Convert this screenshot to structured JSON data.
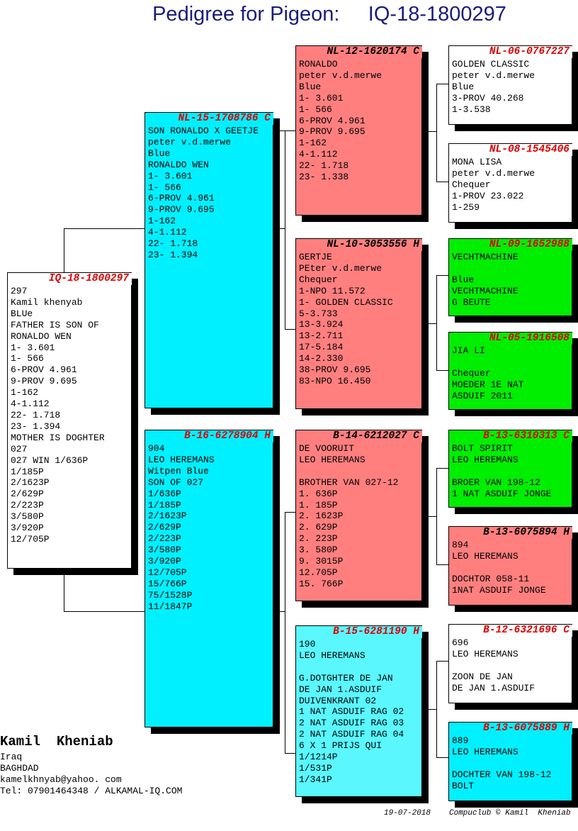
{
  "title": {
    "label": "Pedigree for Pigeon:",
    "ring": "IQ-18-1800297"
  },
  "subject": {
    "ring": "IQ-18-1800297",
    "lines": [
      "297",
      "Kamil khenyab",
      "BLUe",
      "FATHER IS SON OF",
      "RONALDO WEN",
      "1- 3.601",
      "1- 566",
      "6-PROV 4.961",
      "9-PROV 9.695",
      "1-162",
      "4-1.112",
      "22- 1.718",
      "23- 1.394",
      "MOTHER IS DOGHTER",
      "027",
      "027 WIN 1/636P",
      "1/185P",
      "2/1623P",
      "2/629P",
      "2/223P",
      "3/580P",
      "3/920P",
      "12/705P"
    ]
  },
  "sire": {
    "ring": "NL-15-1708786 C",
    "lines": [
      "SON RONALDO X GEETJE",
      "peter v.d.merwe",
      "Blue",
      "RONALDO WEN",
      "1- 3.601",
      "1- 566",
      "6-PROV 4.961",
      "9-PROV 9.695",
      "1-162",
      "4-1.112",
      "22- 1.718",
      "23- 1.394"
    ]
  },
  "dam": {
    "ring": "B-16-6278904 H",
    "lines": [
      "904",
      "LEO HEREMANS",
      "Witpen Blue",
      "SON OF 027",
      "1/636P",
      "1/185P",
      "2/1623P",
      "2/629P",
      "2/223P",
      "3/580P",
      "3/920P",
      "12/705P",
      "15/766P",
      "75/1528P",
      "11/1847P"
    ]
  },
  "sire_sire": {
    "ring": "NL-12-1620174 C",
    "lines": [
      "RONALDO",
      "peter v.d.merwe",
      "Blue",
      "1- 3.601",
      "1- 566",
      "6-PROV 4.961",
      "9-PROV 9.695",
      "1-162",
      "4-1.112",
      "22- 1.718",
      "23- 1.338"
    ]
  },
  "sire_dam": {
    "ring": "NL-10-3053556 H",
    "lines": [
      "GERTJE",
      "PEter v.d.merwe",
      "Chequer",
      "1-NPO 11.572",
      "1- GOLDEN CLASSIC",
      "5-3.733",
      "13-3.924",
      "13-2.711",
      "17-5.184",
      "14-2.330",
      "38-PROV 9.695",
      "83-NPO 16.450"
    ]
  },
  "dam_sire": {
    "ring": "B-14-6212027 C",
    "lines": [
      "DE VOORUIT",
      "LEO HEREMANS",
      "",
      "BROTHER VAN 027-12",
      "1. 636P",
      "1. 185P",
      "2. 1623P",
      "2. 629P",
      "2. 223P",
      "3. 580P",
      "9. 3015P",
      "12.705P",
      "15. 766P"
    ]
  },
  "dam_dam": {
    "ring": "B-15-6281190 H",
    "lines": [
      "190",
      "LEO HEREMANS",
      "",
      "G.DOTGHTER DE JAN",
      "DE JAN 1.ASDUIF",
      "DUIVENKRANT 02",
      "1 NAT ASDUIF RAG 02",
      "2 NAT ASDUIF RAG 03",
      "2 NAT ASDUIF RAG 04",
      "6 X 1 PRIJS QUI",
      "1/1214P",
      "1/531P",
      "1/341P"
    ]
  },
  "gg": [
    {
      "ring": "NL-06-0767227",
      "lines": [
        "GOLDEN CLASSIC",
        "peter v.d.merwe",
        "Blue",
        "3-PROV 40.268",
        "1-3.538"
      ]
    },
    {
      "ring": "NL-08-1545406",
      "lines": [
        "MONA LISA",
        "peter v.d.merwe",
        "Chequer",
        "1-PROV 23.022",
        "1-259"
      ]
    },
    {
      "ring": "NL-09-1652988",
      "lines": [
        "VECHTMACHINE",
        "",
        "Blue",
        "VECHTMACHINE",
        "G BEUTE"
      ]
    },
    {
      "ring": "NL-05-1916508",
      "lines": [
        "JIA LI",
        "",
        "Chequer",
        "MOEDER 1E NAT",
        "ASDUIF 2011"
      ]
    },
    {
      "ring": "B-13-6310313 C",
      "lines": [
        "BOLT SPIRIT",
        "LEO HEREMANS",
        "",
        "BROER VAN 198-12",
        "1 NAT ASDUIF JONGE"
      ]
    },
    {
      "ring": "B-13-6075894 H",
      "lines": [
        "894",
        "LEO HEREMANS",
        "",
        "DOCHTOR 058-11",
        "1NAT ASDUIF JONGE"
      ]
    },
    {
      "ring": "B-12-6321696 C",
      "lines": [
        "696",
        "LEO HEREMANS",
        "",
        "ZOON DE JAN",
        "DE JAN 1.ASDUIF"
      ]
    },
    {
      "ring": "B-13-6075889 H",
      "lines": [
        "889",
        "LEO HEREMANS",
        "",
        "DOCHTER VAN 198-12",
        "BOLT"
      ]
    }
  ],
  "footer": {
    "name": "Kamil  Kheniab",
    "info": [
      "Iraq",
      "BAGHDAD",
      "kamelkhnyab@yahoo. com",
      "Tel: 07901464348 / ALKAMAL-IQ.COM"
    ],
    "date": "19-07-2018",
    "copyright": "Compuclub © Kamil  Kheniab"
  }
}
